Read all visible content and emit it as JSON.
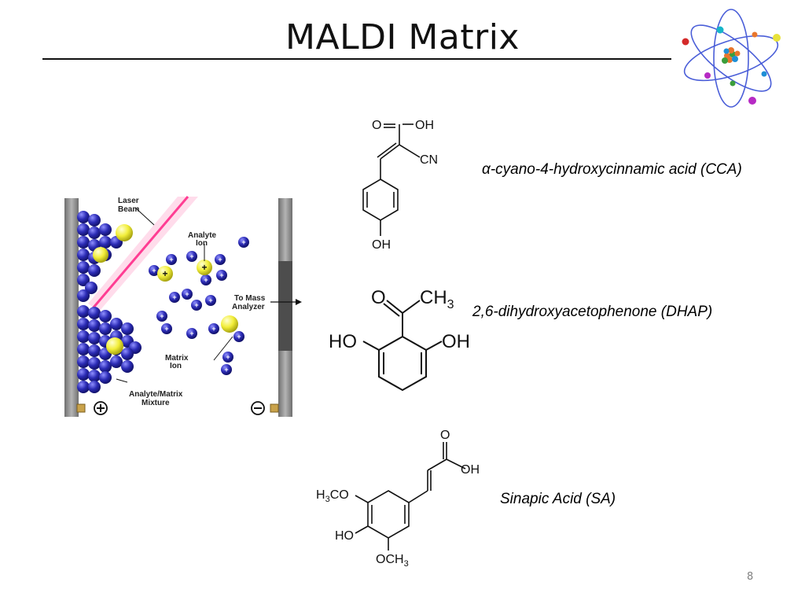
{
  "slide": {
    "title": "MALDI Matrix",
    "page_number": "8"
  },
  "diagram": {
    "labels": {
      "laser_beam_1": "Laser",
      "laser_beam_2": "Beam",
      "analyte_ion_1": "Analyte",
      "analyte_ion_2": "Ion",
      "to_mass_1": "To Mass",
      "to_mass_2": "Analyzer",
      "matrix_ion_1": "Matrix",
      "matrix_ion_2": "Ion",
      "mixture_1": "Analyte/Matrix",
      "mixture_2": "Mixture"
    },
    "colors": {
      "matrix_sphere": "#2b2bb5",
      "analyte_sphere": "#f2ee3a",
      "plate": "#9a9a9a",
      "laser": "#ff5fa8"
    }
  },
  "compounds": [
    {
      "name": "α-cyano-4-hydroxycinnamic acid (CCA)",
      "atoms": {
        "carbonyl_o": "O",
        "acid_oh": "OH",
        "nitrile": "CN",
        "ring_oh": "OH"
      }
    },
    {
      "name": "2,6-dihydroxyacetophenone (DHAP)",
      "atoms": {
        "ketone_o": "O",
        "methyl": "CH",
        "methyl_sub": "3",
        "left_oh": "HO",
        "right_oh": "OH"
      }
    },
    {
      "name": "Sinapic Acid (SA)",
      "atoms": {
        "acid_o": "O",
        "acid_oh": "OH",
        "methoxy_h": "H",
        "methoxy_sub": "3",
        "methoxy_co": "CO",
        "ring_ho": "HO",
        "och": "OCH",
        "och_sub": "3"
      }
    }
  ]
}
